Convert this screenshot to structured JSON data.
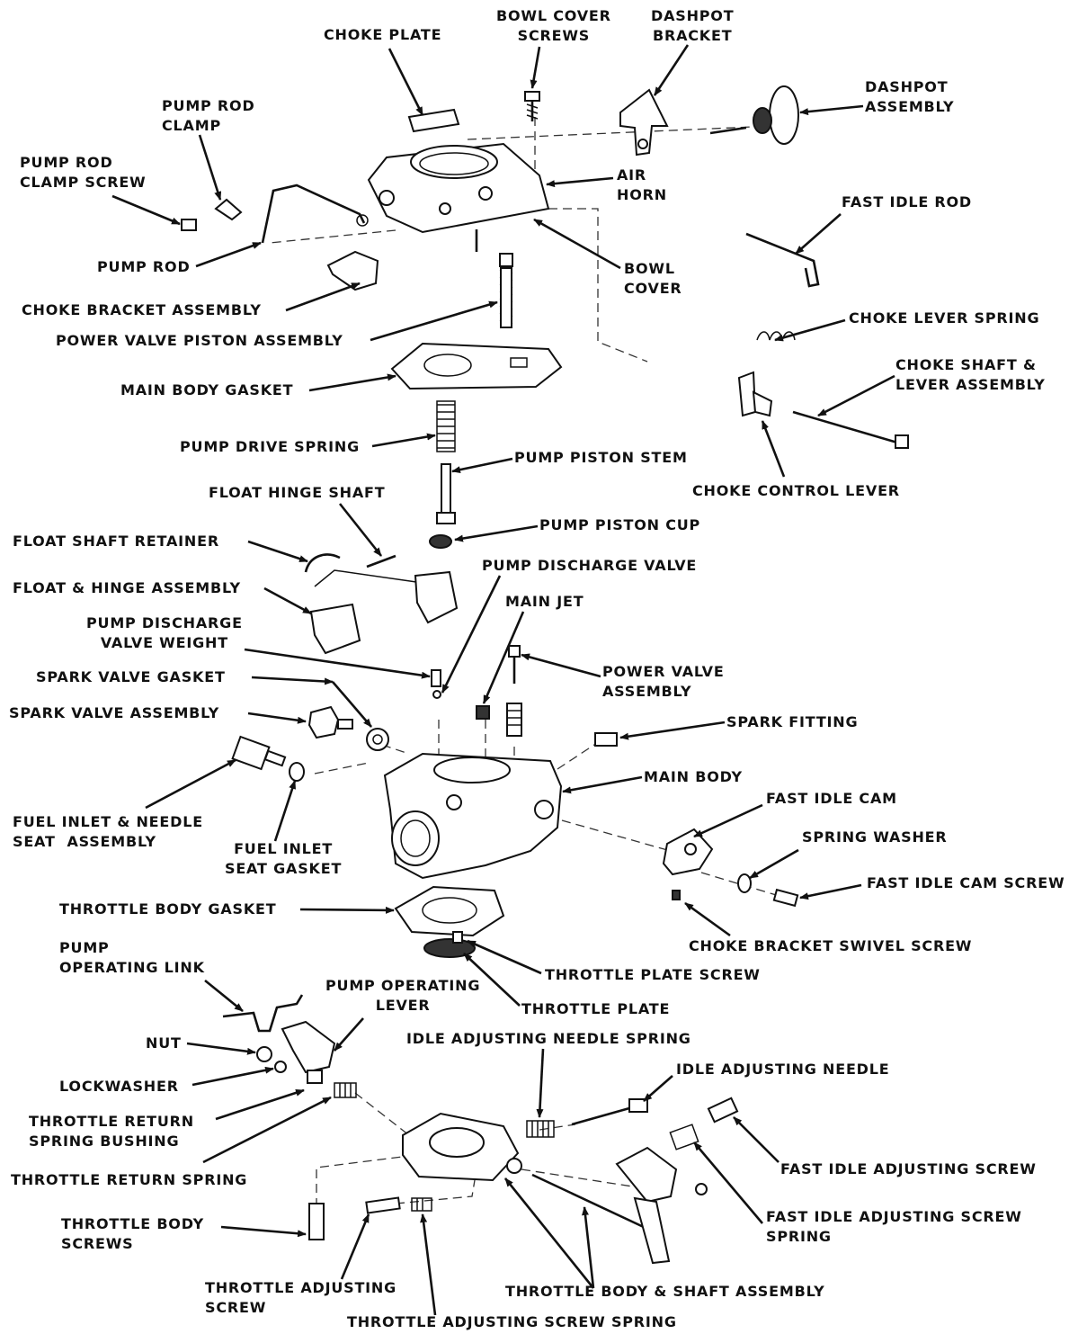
{
  "diagram": {
    "labels": {
      "choke_plate": "CHOKE PLATE",
      "bowl_cover_screws": "BOWL COVER\nSCREWS",
      "dashpot_bracket": "DASHPOT\nBRACKET",
      "dashpot_assembly": "DASHPOT\nASSEMBLY",
      "pump_rod_clamp": "PUMP ROD\nCLAMP",
      "pump_rod_clamp_screw": "PUMP ROD\nCLAMP SCREW",
      "air_horn": "AIR\nHORN",
      "fast_idle_rod": "FAST IDLE ROD",
      "pump_rod": "PUMP ROD",
      "bowl_cover": "BOWL\nCOVER",
      "choke_bracket_assembly": "CHOKE BRACKET ASSEMBLY",
      "choke_lever_spring": "CHOKE LEVER SPRING",
      "power_valve_piston_assembly": "POWER VALVE PISTON ASSEMBLY",
      "choke_shaft_lever_assembly": "CHOKE SHAFT &\nLEVER ASSEMBLY",
      "main_body_gasket": "MAIN BODY GASKET",
      "pump_drive_spring": "PUMP DRIVE SPRING",
      "pump_piston_stem": "PUMP PISTON STEM",
      "choke_control_lever": "CHOKE CONTROL LEVER",
      "float_hinge_shaft": "FLOAT HINGE SHAFT",
      "pump_piston_cup": "PUMP PISTON CUP",
      "float_shaft_retainer": "FLOAT SHAFT RETAINER",
      "pump_discharge_valve": "PUMP DISCHARGE VALVE",
      "float_hinge_assembly": "FLOAT & HINGE ASSEMBLY",
      "main_jet": "MAIN JET",
      "pump_discharge_valve_weight": "PUMP DISCHARGE\nVALVE WEIGHT",
      "power_valve_assembly": "POWER VALVE\nASSEMBLY",
      "spark_valve_gasket": "SPARK VALVE GASKET",
      "spark_valve_assembly": "SPARK VALVE ASSEMBLY",
      "spark_fitting": "SPARK FITTING",
      "main_body": "MAIN BODY",
      "fast_idle_cam": "FAST IDLE CAM",
      "fuel_inlet_needle_seat": "FUEL INLET & NEEDLE\nSEAT  ASSEMBLY",
      "fuel_inlet_seat_gasket": "FUEL INLET\nSEAT GASKET",
      "spring_washer": "SPRING WASHER",
      "fast_idle_cam_screw": "FAST IDLE CAM SCREW",
      "throttle_body_gasket": "THROTTLE BODY GASKET",
      "choke_bracket_swivel_screw": "CHOKE BRACKET SWIVEL SCREW",
      "pump_operating_link": "PUMP\nOPERATING LINK",
      "throttle_plate_screw": "THROTTLE PLATE SCREW",
      "pump_operating_lever": "PUMP OPERATING\nLEVER",
      "throttle_plate": "THROTTLE PLATE",
      "idle_adjusting_needle_spring": "IDLE ADJUSTING NEEDLE SPRING",
      "nut": "NUT",
      "idle_adjusting_needle": "IDLE ADJUSTING NEEDLE",
      "lockwasher": "LOCKWASHER",
      "throttle_return_spring_bushing": "THROTTLE RETURN\nSPRING BUSHING",
      "throttle_return_spring": "THROTTLE RETURN SPRING",
      "fast_idle_adjusting_screw": "FAST IDLE ADJUSTING SCREW",
      "throttle_body_screws": "THROTTLE BODY\nSCREWS",
      "fast_idle_adjusting_screw_spring": "FAST IDLE ADJUSTING SCREW\nSPRING",
      "throttle_adjusting_screw": "THROTTLE ADJUSTING\nSCREW",
      "throttle_body_shaft_assembly": "THROTTLE BODY & SHAFT ASSEMBLY",
      "throttle_adjusting_screw_spring": "THROTTLE ADJUSTING SCREW SPRING"
    }
  }
}
